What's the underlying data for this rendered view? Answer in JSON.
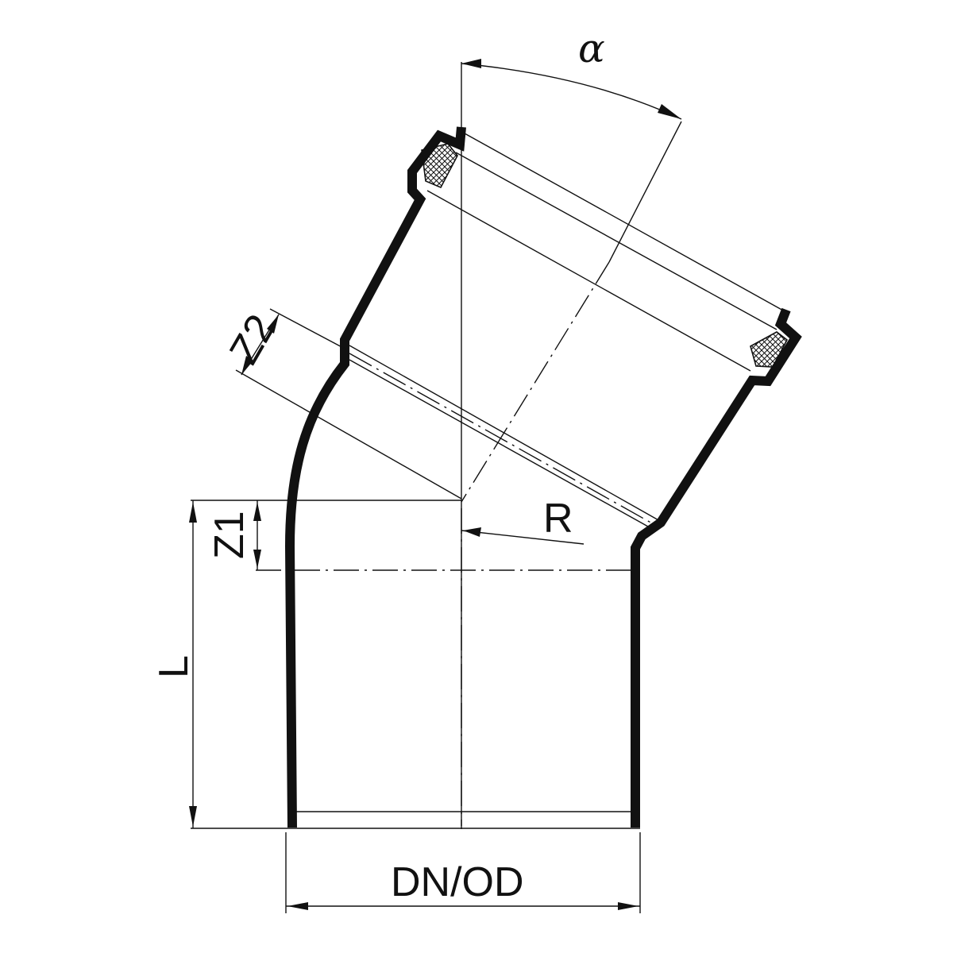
{
  "drawing": {
    "description_hidden": "",
    "labels": {
      "angle": "α",
      "z2": "Z2",
      "z1": "Z1",
      "radius": "R",
      "length": "L",
      "diameter": "DN/OD"
    },
    "colors": {
      "line": "#111111",
      "background": "#ffffff"
    }
  }
}
